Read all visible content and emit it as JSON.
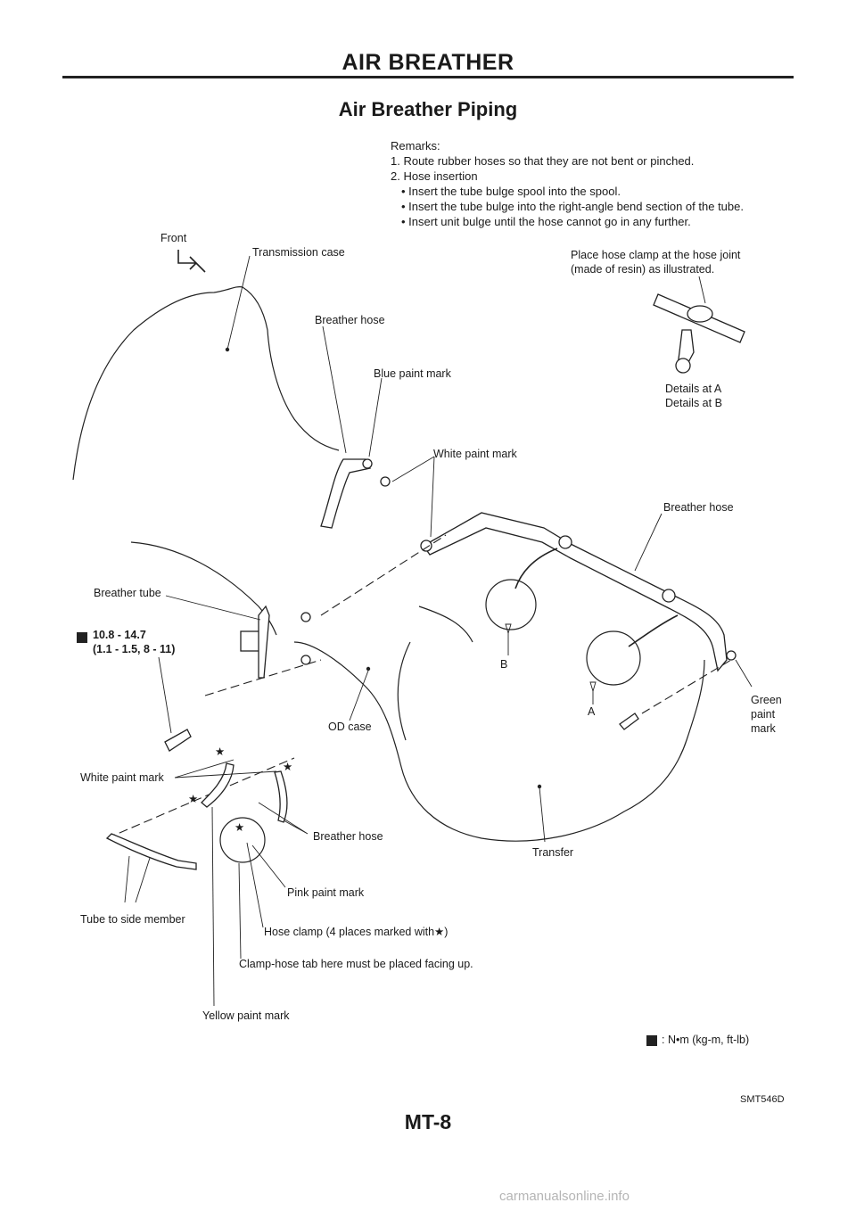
{
  "header": {
    "title": "AIR BREATHER"
  },
  "section_title": "Air Breather Piping",
  "remarks": {
    "heading": "Remarks:",
    "item1": "1. Route rubber hoses so that they are not bent or pinched.",
    "item2": "2. Hose insertion",
    "bullet1": "• Insert the tube bulge spool into the spool.",
    "bullet2": "• Insert the tube bulge into the right-angle bend section of the tube.",
    "bullet3": "• Insert unit bulge until the hose cannot go in any further."
  },
  "labels": {
    "front": "Front",
    "transmission_case": "Transmission case",
    "breather_hose_1": "Breather hose",
    "blue_paint_mark": "Blue paint mark",
    "white_paint_mark_1": "White paint mark",
    "clamp_note_line1": "Place hose clamp at the hose joint",
    "clamp_note_line2": "(made of resin) as illustrated.",
    "details_a": "Details at A",
    "details_b": "Details at B",
    "breather_hose_2": "Breather hose",
    "breather_tube": "Breather tube",
    "torque_line1": "10.8 - 14.7",
    "torque_line2": "(1.1 - 1.5, 8 - 11)",
    "od_case": "OD case",
    "marker_b": "B",
    "marker_a": "A",
    "green_paint_mark_1": "Green",
    "green_paint_mark_2": "paint",
    "green_paint_mark_3": "mark",
    "white_paint_mark_2": "White paint mark",
    "breather_hose_3": "Breather hose",
    "transfer": "Transfer",
    "tube_to_side_member": "Tube to side member",
    "pink_paint_mark": "Pink paint mark",
    "hose_clamp": "Hose clamp (4 places marked with",
    "hose_clamp_end": ")",
    "clamp_hose_tab": "Clamp-hose tab here must be placed facing up.",
    "yellow_paint_mark": "Yellow paint mark",
    "torque_unit": ": N•m (kg-m, ft-lb)",
    "star": "★"
  },
  "footer": {
    "figure_code": "SMT546D",
    "page_number": "MT-8",
    "watermark": "carmanualsonline.info"
  }
}
